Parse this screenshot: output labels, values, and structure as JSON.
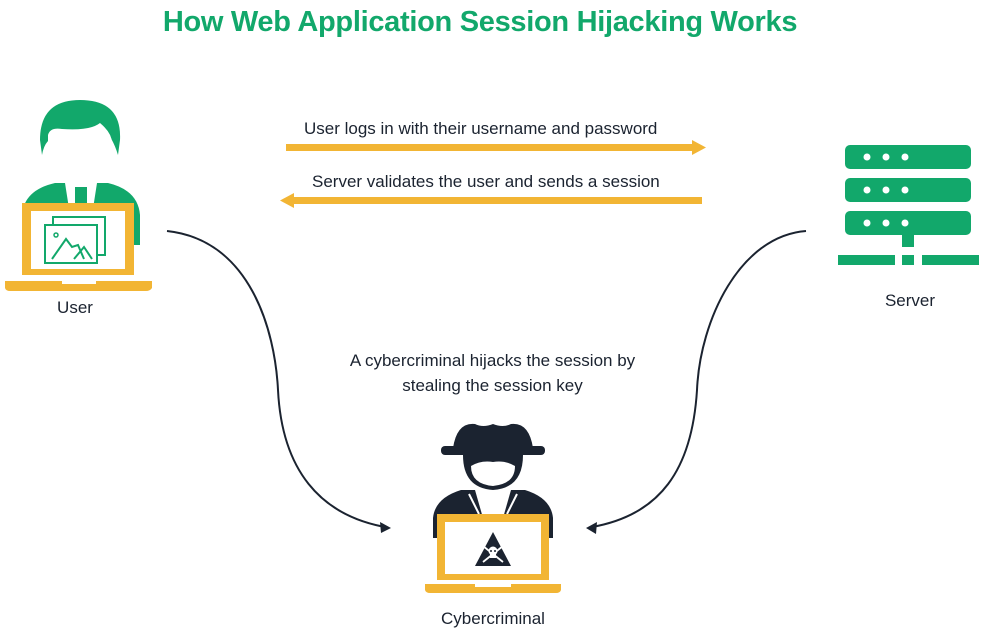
{
  "title": "How Web Application Session Hijacking Works",
  "colors": {
    "green": "#12a86b",
    "yellow": "#f2b534",
    "dark": "#1b2330",
    "white": "#ffffff"
  },
  "actors": {
    "user": {
      "label": "User",
      "icon": "user-with-laptop-icon"
    },
    "server": {
      "label": "Server",
      "icon": "server-rack-icon"
    },
    "attacker": {
      "label": "Cybercriminal",
      "icon": "hacker-with-laptop-icon"
    }
  },
  "flows": [
    {
      "text": "User logs in with their username and password",
      "direction": "user-to-server"
    },
    {
      "text": "Server validates the user and sends a session",
      "direction": "server-to-user"
    }
  ],
  "hijack_note": {
    "line1": "A cybercriminal hijacks the session by",
    "line2": "stealing the session key"
  }
}
